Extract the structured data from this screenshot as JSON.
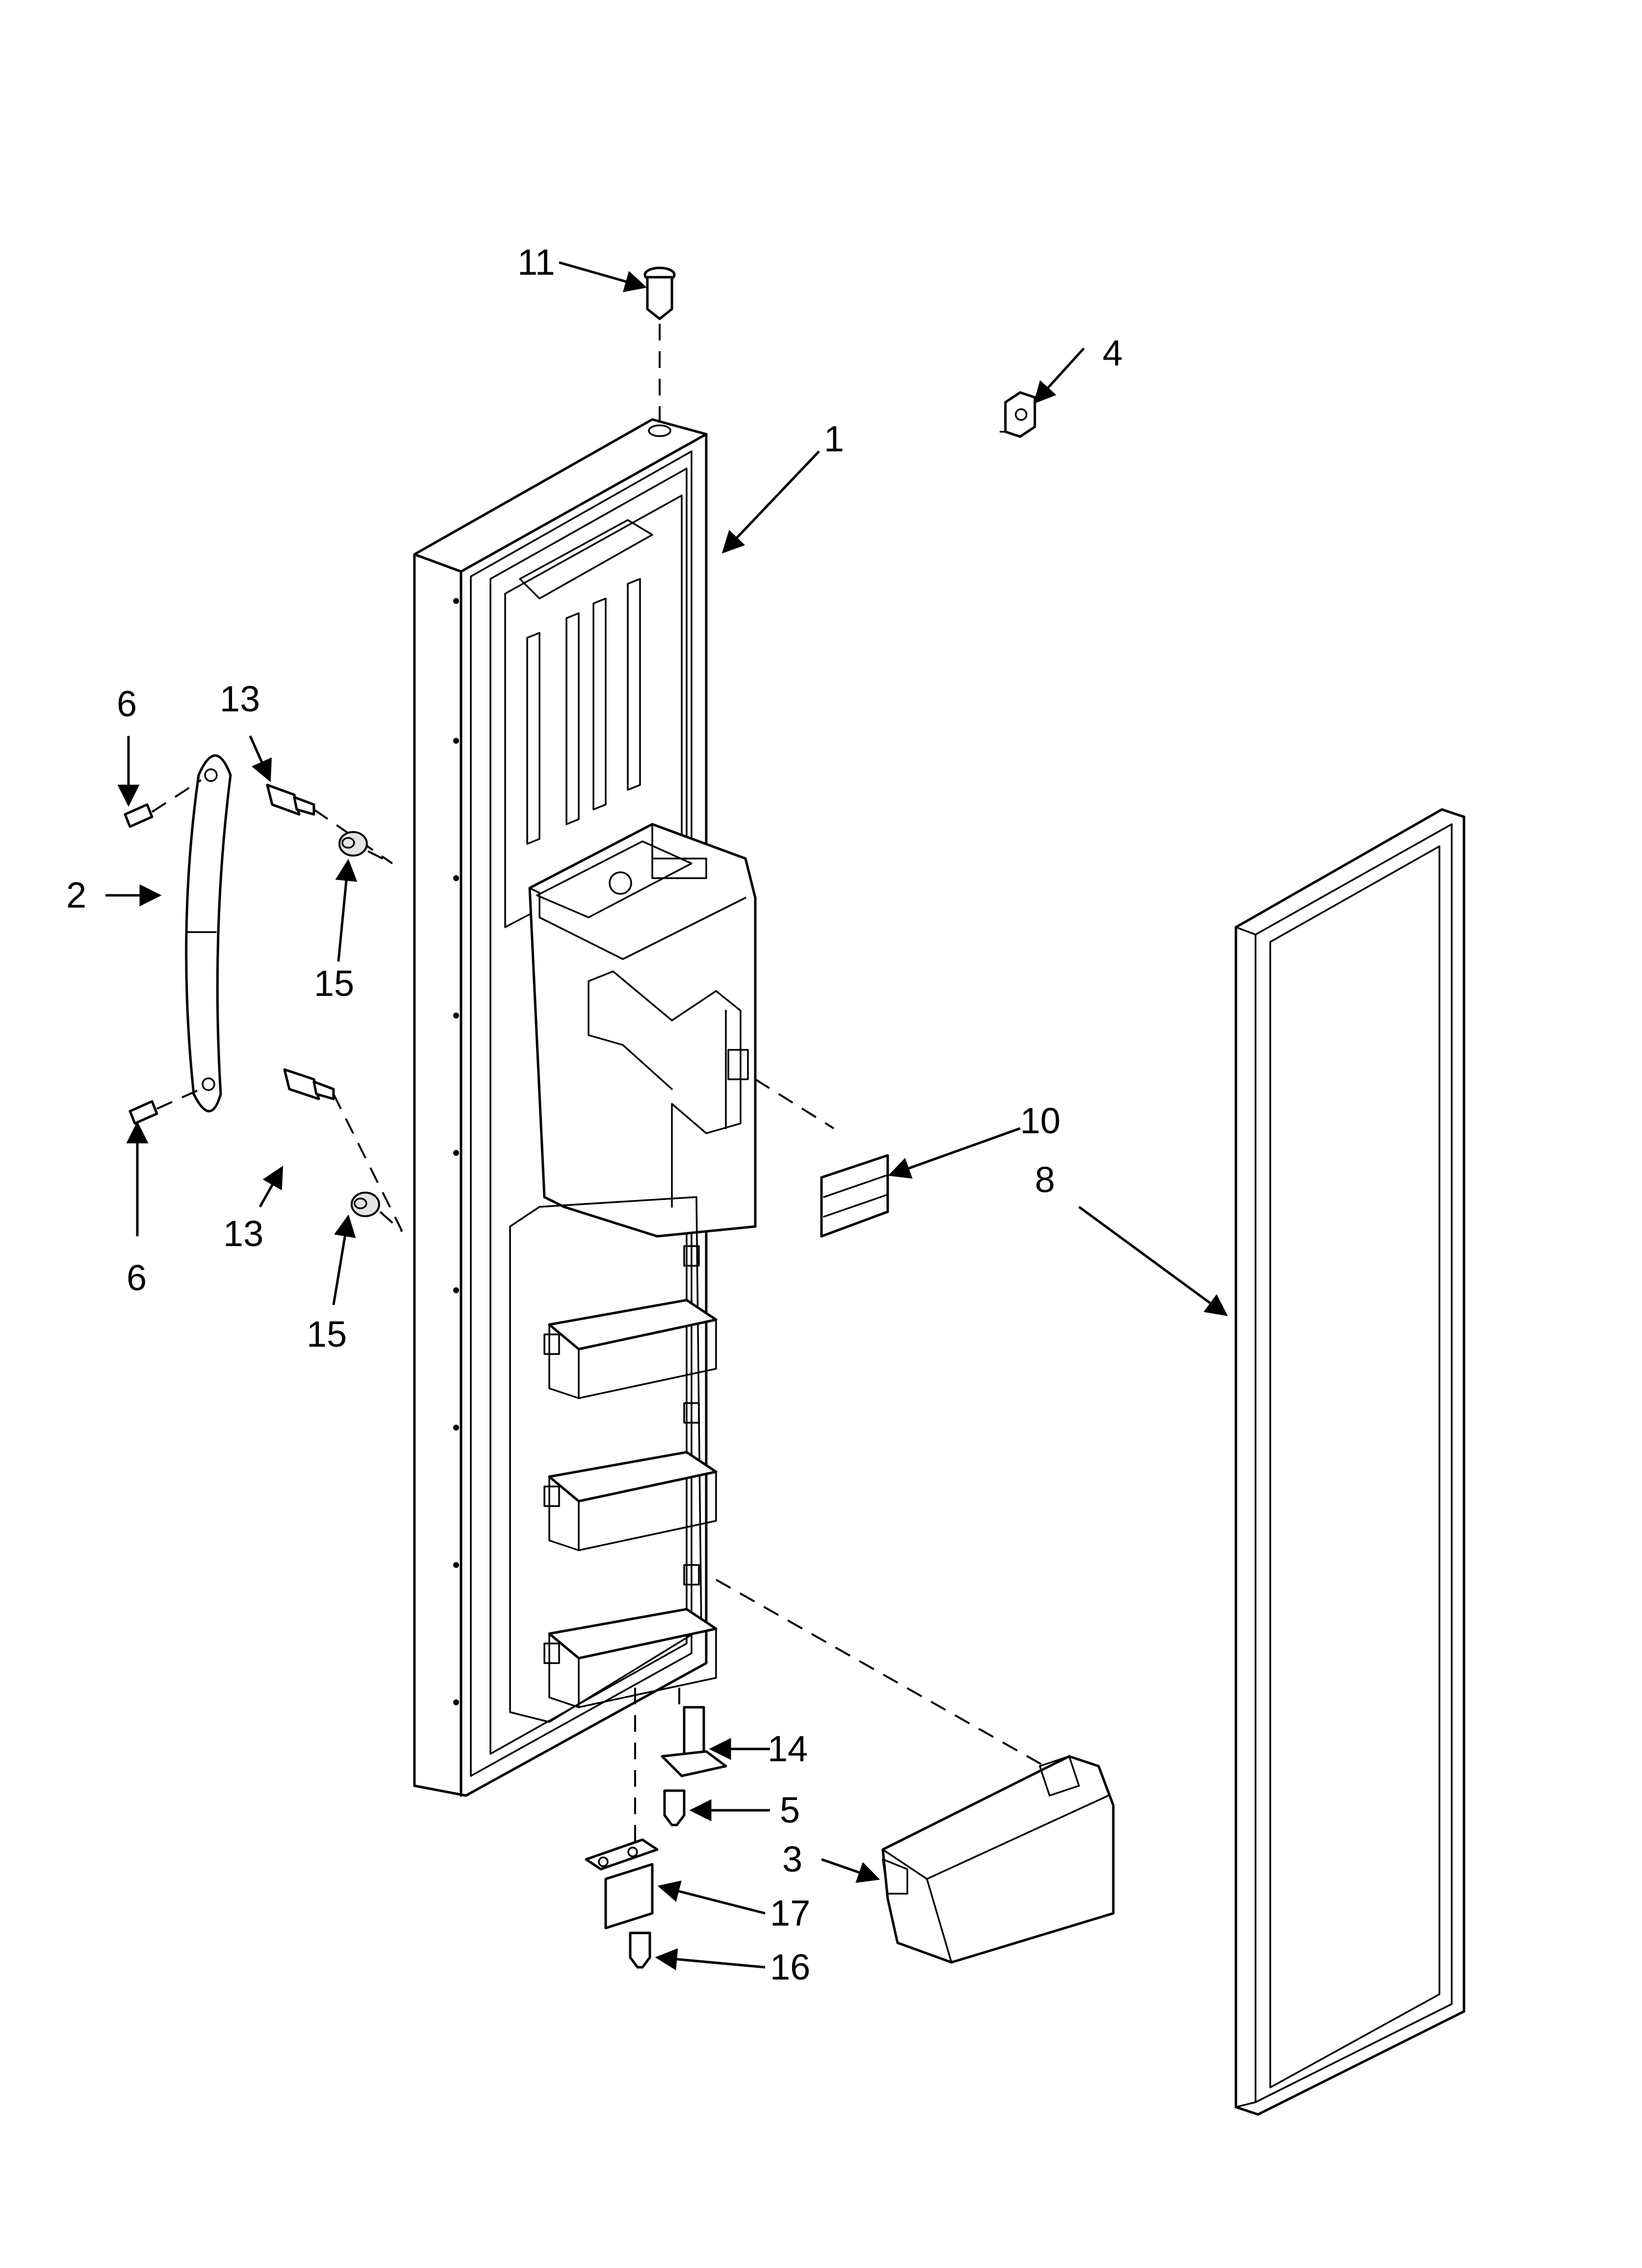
{
  "callouts": [
    {
      "id": "11",
      "text": "11"
    },
    {
      "id": "4",
      "text": "4"
    },
    {
      "id": "1",
      "text": "1"
    },
    {
      "id": "6a",
      "text": "6"
    },
    {
      "id": "13a",
      "text": "13"
    },
    {
      "id": "2",
      "text": "2"
    },
    {
      "id": "15a",
      "text": "15"
    },
    {
      "id": "10",
      "text": "10"
    },
    {
      "id": "8",
      "text": "8"
    },
    {
      "id": "6b",
      "text": "6"
    },
    {
      "id": "13b",
      "text": "13"
    },
    {
      "id": "15b",
      "text": "15"
    },
    {
      "id": "14",
      "text": "14"
    },
    {
      "id": "5",
      "text": "5"
    },
    {
      "id": "3",
      "text": "3"
    },
    {
      "id": "17",
      "text": "17"
    },
    {
      "id": "16",
      "text": "16"
    }
  ]
}
